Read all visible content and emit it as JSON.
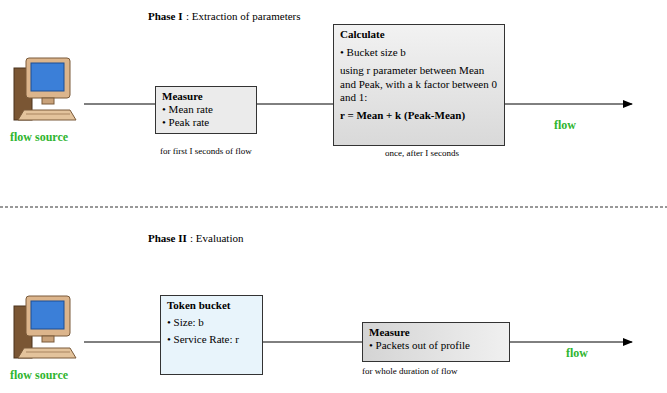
{
  "diagram": {
    "nodes": [
      {
        "text": [
          "flow source"
        ]
      },
      {
        "text": [
          "Measure",
          "• Mean rate",
          "• Peak rate"
        ]
      },
      {
        "text": [
          "Calculate",
          "• Bucket size b",
          "using r parameter between Mean and Peak, with a k factor between 0 and 1:",
          "r = Mean + k (Peak-Mean)"
        ]
      },
      {
        "text": [
          "flow source"
        ]
      },
      {
        "text": [
          "Token bucket",
          "• Size: b",
          "• Service Rate: r"
        ]
      },
      {
        "text": [
          "Measure",
          "• Packets out of profile"
        ]
      }
    ],
    "edges": [
      {
        "from": 0,
        "to": 1,
        "arrow": "none"
      },
      {
        "from": 1,
        "to": 2,
        "arrow": "none"
      },
      {
        "from": 3,
        "to": 4,
        "arrow": "none"
      },
      {
        "from": 4,
        "to": 5,
        "arrow": "none"
      }
    ],
    "labels": [
      "Phase I",
      ": Extraction of parameters",
      "for first I seconds of flow",
      "once, after I seconds",
      "flow",
      "Phase II",
      ": Evaluation",
      "for whole duration of flow",
      "flow"
    ]
  }
}
